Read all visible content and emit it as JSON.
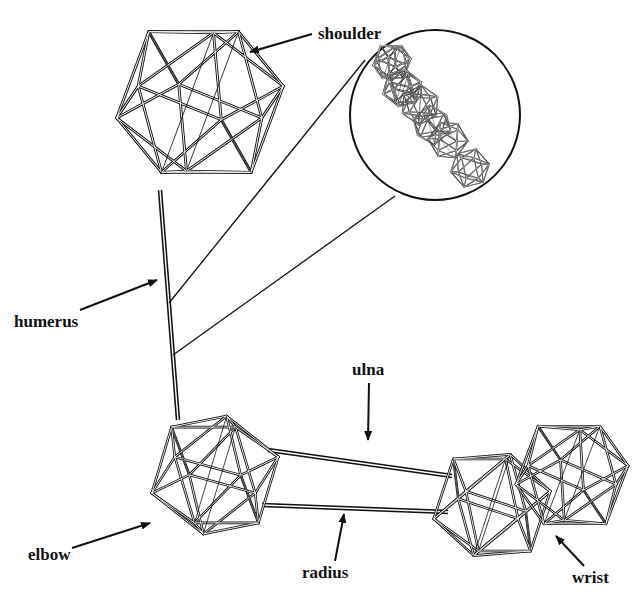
{
  "diagram": {
    "labels": [
      "shoulder",
      "humerus",
      "ulna",
      "elbow",
      "radius",
      "wrist"
    ]
  }
}
